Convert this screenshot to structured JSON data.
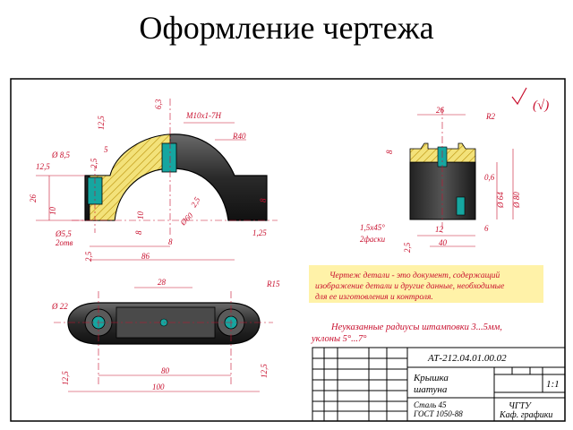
{
  "title": "Оформление чертежа",
  "colors": {
    "dim": "#c8102e",
    "body": "#2b2b2b",
    "hatch": "#f3e27a",
    "teal": "#16a6a0",
    "note_bg": "#fff2a8"
  },
  "front_view": {
    "dims": [
      "12,5",
      "6,3",
      "M10x1-7H",
      "R40",
      "Ø 8,5",
      "12,5",
      "5",
      "2,5",
      "26",
      "10",
      "Ø5,5",
      "2отв",
      "2,5",
      "8",
      "10",
      "Ø60",
      "2,5",
      "8",
      "1,25",
      "86",
      "8"
    ]
  },
  "side_view": {
    "dims": [
      "26",
      "R2",
      "8",
      "0,6",
      "Ø 64",
      "Ø 80",
      "1,5x45°",
      "2фаски",
      "12",
      "6",
      "40",
      "2,5"
    ]
  },
  "surface_mark": "(√)",
  "top_view": {
    "dims": [
      "28",
      "R15",
      "Ø 22",
      "80",
      "100",
      "12,5",
      "12,5"
    ]
  },
  "note": {
    "lines": [
      "Чертеж детали - это документ, содержащий",
      "изображение детали и другие данные, необходимые",
      "для ее изготовления и контроля."
    ]
  },
  "unspecified": {
    "line1": "Неуказанные радиусы штамповки 3...5мм,",
    "line2": "уклоны 5°...7°"
  },
  "title_block": {
    "designation": "АТ-212.04.01.00.02",
    "name1": "Крышка",
    "name2": "шатуна",
    "scale": "1:1",
    "material1": "Сталь 45",
    "material2": "ГОСТ 1050-88",
    "org1": "ЧГТУ",
    "org2": "Каф. графики"
  }
}
